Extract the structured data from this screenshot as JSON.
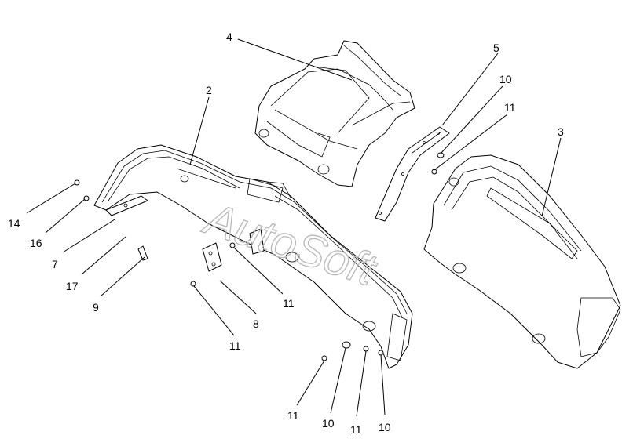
{
  "watermark": "AutoSoft",
  "callouts": [
    {
      "id": "c2",
      "label": "2"
    },
    {
      "id": "c3",
      "label": "3"
    },
    {
      "id": "c4",
      "label": "4"
    },
    {
      "id": "c5",
      "label": "5"
    },
    {
      "id": "c10a",
      "label": "10"
    },
    {
      "id": "c11a",
      "label": "11"
    },
    {
      "id": "c14",
      "label": "14"
    },
    {
      "id": "c16",
      "label": "16"
    },
    {
      "id": "c7",
      "label": "7"
    },
    {
      "id": "c17",
      "label": "17"
    },
    {
      "id": "c9",
      "label": "9"
    },
    {
      "id": "c11b",
      "label": "11"
    },
    {
      "id": "c8",
      "label": "8"
    },
    {
      "id": "c11c",
      "label": "11"
    },
    {
      "id": "c11d",
      "label": "11"
    },
    {
      "id": "c10b",
      "label": "10"
    },
    {
      "id": "c11e",
      "label": "11"
    },
    {
      "id": "c10c",
      "label": "10"
    }
  ],
  "colors": {
    "line": "#000000",
    "watermark": "#b8b8b8",
    "background": "#ffffff"
  }
}
